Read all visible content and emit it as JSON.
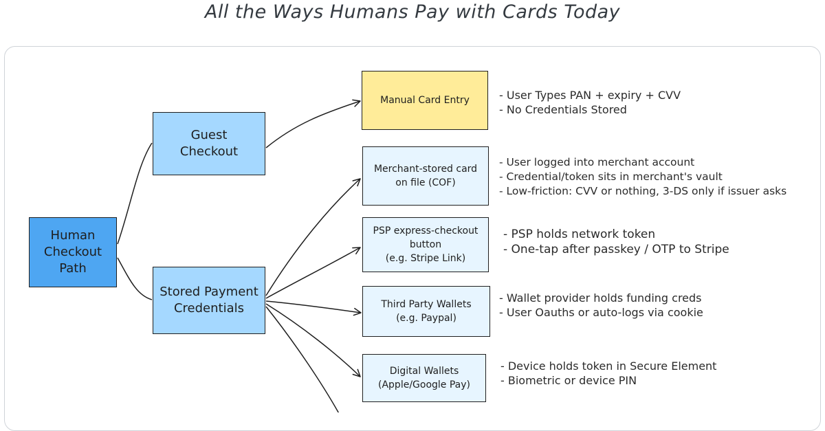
{
  "title": "All the Ways Humans Pay with Cards Today",
  "root": {
    "label": "Human\nCheckout\nPath"
  },
  "categories": [
    {
      "id": "guest",
      "label": "Guest\nCheckout"
    },
    {
      "id": "stored",
      "label": "Stored Payment\nCredentials"
    }
  ],
  "methods": [
    {
      "id": "manual",
      "label": "Manual Card Entry",
      "notes": [
        "- User Types PAN + expiry + CVV",
        "- No Credentials Stored"
      ]
    },
    {
      "id": "cof",
      "label": "Merchant-stored card\non file (COF)",
      "notes": [
        "- User logged into merchant account",
        "- Credential/token sits in merchant's vault",
        "- Low-friction: CVV or nothing, 3-DS only if issuer asks"
      ]
    },
    {
      "id": "psp",
      "label": "PSP express-checkout\nbutton\n(e.g. Stripe Link)",
      "notes": [
        "- PSP holds network token",
        "- One-tap after passkey / OTP to Stripe"
      ]
    },
    {
      "id": "third",
      "label": "Third Party Wallets\n(e.g. Paypal)",
      "notes": [
        "- Wallet provider holds funding creds",
        "- User Oauths or auto-logs via cookie"
      ]
    },
    {
      "id": "digital",
      "label": "Digital Wallets\n(Apple/Google Pay)",
      "notes": [
        "- Device holds token in Secure Element",
        "- Biometric or device PIN"
      ]
    }
  ],
  "colors": {
    "root_fill": "#4ea6f2",
    "category_fill": "#a5d8ff",
    "highlight_fill": "#ffec99",
    "leaf_fill": "#e7f5ff",
    "stroke": "#1e1e1e"
  }
}
